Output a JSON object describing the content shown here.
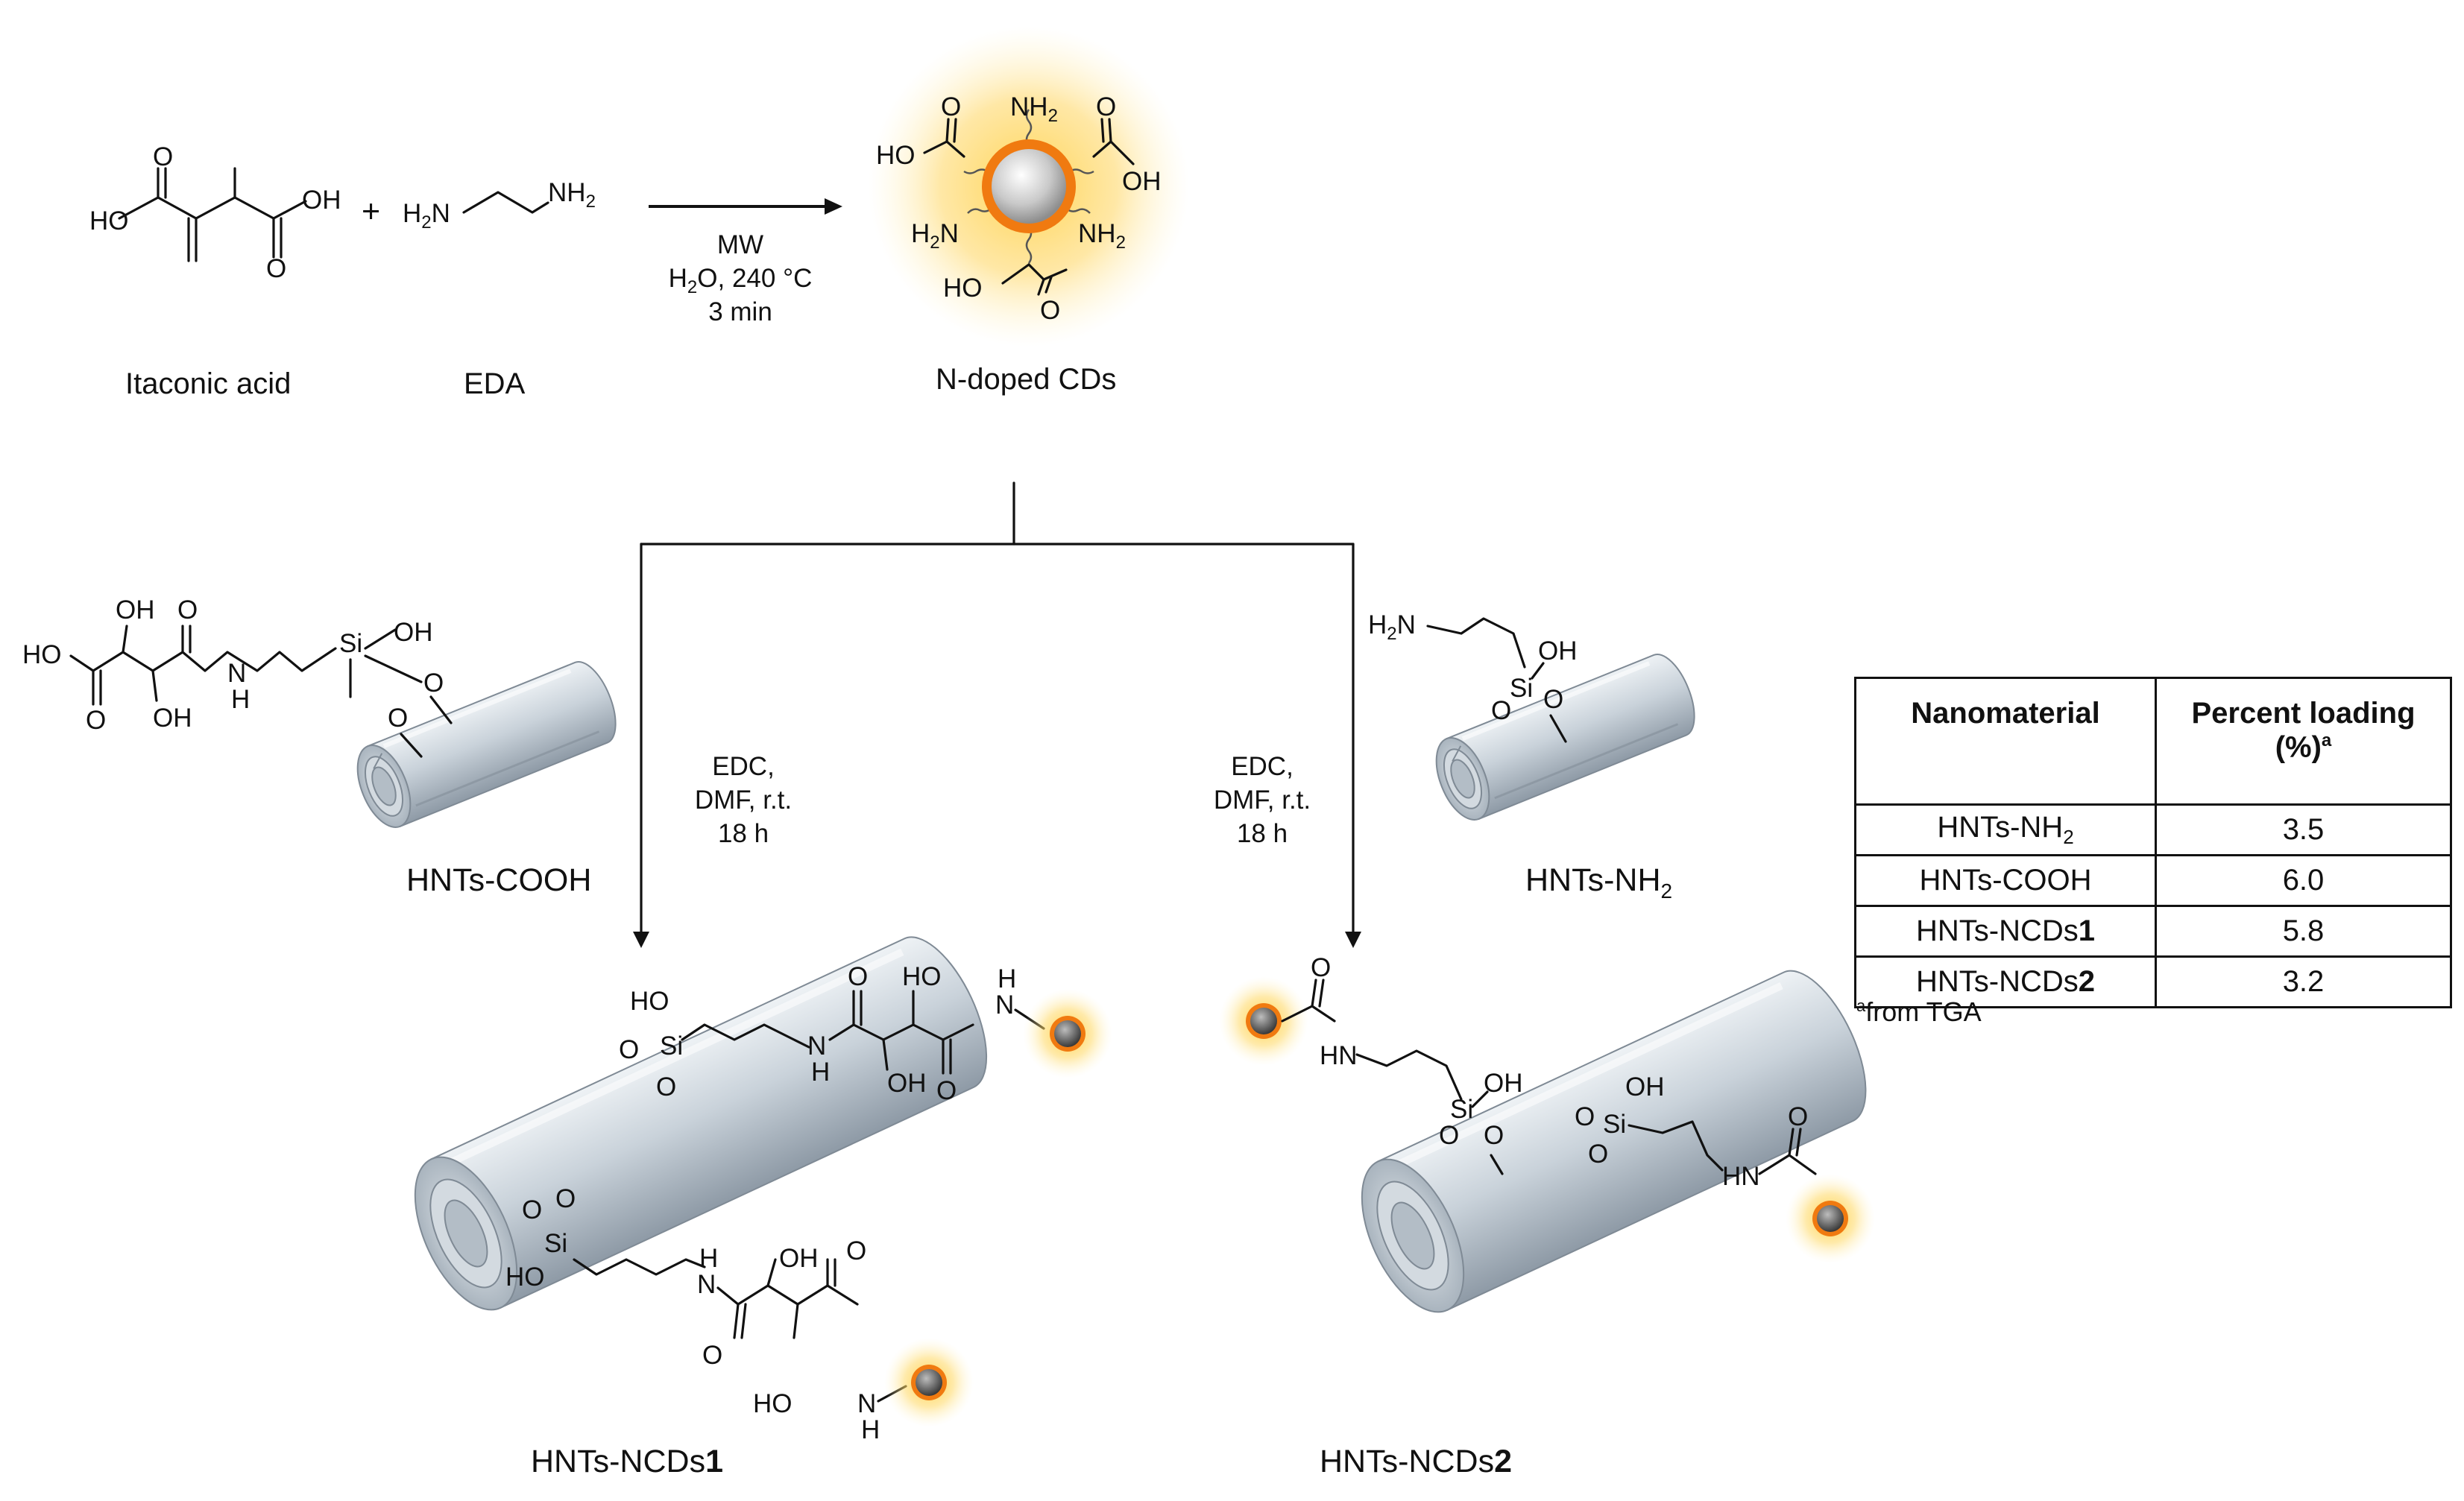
{
  "reactants": {
    "itaconic_acid": "Itaconic acid",
    "eda": "EDA",
    "plus": "+"
  },
  "conditions_mw": {
    "line1": "MW",
    "line2_pre": "H",
    "line2_sub": "2",
    "line2_post": "O, 240 °C",
    "line3": "3 min"
  },
  "product_cds": "N-doped CDs",
  "coupling_left": {
    "line1": "EDC,",
    "line2": "DMF, r.t.",
    "line3": "18 h"
  },
  "coupling_right": {
    "line1": "EDC,",
    "line2": "DMF, r.t.",
    "line3": "18 h"
  },
  "hnts_cooh": "HNTs-COOH",
  "hnts_nh2": {
    "base": "HNTs-NH",
    "sub": "2"
  },
  "ncds1": {
    "base": "HNTs-NCDs",
    "num": "1"
  },
  "ncds2": {
    "base": "HNTs-NCDs",
    "num": "2"
  },
  "atoms": {
    "ho": "HO",
    "oh": "OH",
    "o": "O",
    "n": "N",
    "h": "H",
    "hn": "HN",
    "si": "Si",
    "nh": "NH",
    "h2": "H",
    "two": "2",
    "nh2": "NH"
  },
  "table": {
    "headers": [
      "Nanomaterial",
      "Percent loading",
      "(%)",
      "a"
    ],
    "rows": [
      {
        "name": "HNTs-NH",
        "sub": "2",
        "bold": "",
        "value": "3.5"
      },
      {
        "name": "HNTs-COOH",
        "sub": "",
        "bold": "",
        "value": "6.0"
      },
      {
        "name": "HNTs-NCDs",
        "sub": "",
        "bold": "1",
        "value": "5.8"
      },
      {
        "name": "HNTs-NCDs",
        "sub": "",
        "bold": "2",
        "value": "3.2"
      }
    ],
    "footnote_mark": "a",
    "footnote_text": "from TGA"
  },
  "colors": {
    "glow": "#ffd24a",
    "shell": "#f07a10",
    "core": "#c8c8c8",
    "tube": "#c7d0d8",
    "tube_dark": "#8d98a3"
  }
}
